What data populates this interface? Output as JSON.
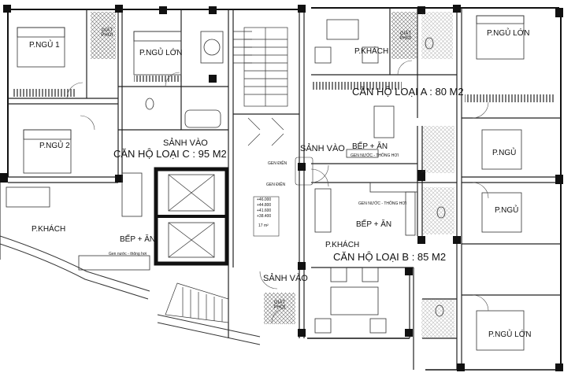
{
  "rooms": {
    "bedroom_1": "P.NGỦ 1",
    "bedroom_2": "P.NGỦ 2",
    "master_c": "P.NGỦ LỚN",
    "laundry_c": "GIẶT PHƠI",
    "entry_c": "SẢNH VÀO",
    "apartment_c": "CĂN HỘ LOẠI C : 95 M2",
    "living_c": "P.KHÁCH",
    "kitchen_c": "BẾP + ĂN",
    "duct_c": "Gen nước - thông hơi",
    "living_a": "P.KHÁCH",
    "laundry_a": "GIẶT PHƠI",
    "master_a": "P.NGỦ LỚN",
    "apartment_a": "CĂN HỘ LOẠI A : 80 M2",
    "entry_a": "SẢNH VÀO",
    "kitchen_a": "BẾP + ĂN",
    "duct_a": "GEN NƯỚC - THÔNG HƠI",
    "bedroom_a": "P.NGỦ",
    "bedroom_b": "P.NGỦ",
    "duct_b": "GEN NƯỚC - THÔNG HƠI",
    "kitchen_b": "BẾP + ĂN",
    "living_b": "P.KHÁCH",
    "apartment_b": "CĂN HỘ LOẠI B : 85 M2",
    "entry_b": "SẢNH VÀO",
    "laundry_b": "GIẶT PHƠI",
    "master_b": "P.NGỦ LỚN",
    "elec_duct": "GEN ĐIỆN",
    "elec_duct_2": "GEN ĐIỆN",
    "level_1": "+46.000",
    "level_2": "+44.800",
    "level_3": "+41.600",
    "level_4": "+38.400",
    "stair_tag": "17 m²"
  },
  "colors": {
    "wall": "#111111",
    "line": "#333333",
    "light": "#888888",
    "hatch": "#222222"
  }
}
